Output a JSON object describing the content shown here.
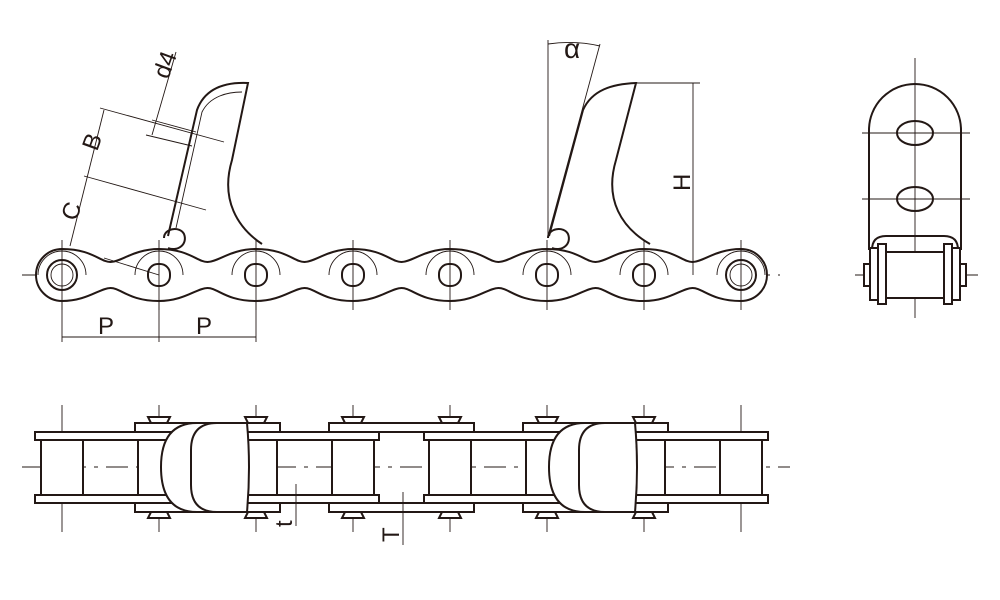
{
  "title": "Agricultural roller chain with flight attachments",
  "line_color": "#231815",
  "dimensions": {
    "pitch_left": "P",
    "pitch_right": "P",
    "C": "C",
    "B": "B",
    "d4": "d4",
    "alpha": "α",
    "H": "H",
    "t": "t",
    "T": "T"
  }
}
